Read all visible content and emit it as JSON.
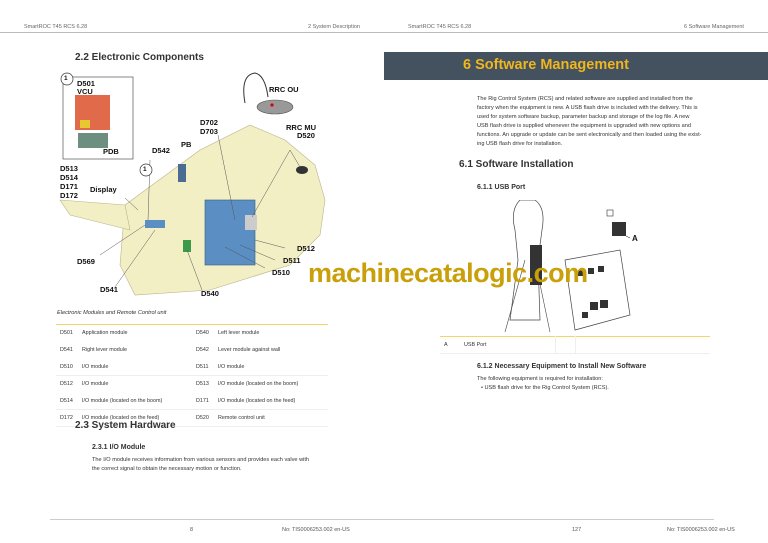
{
  "left_page": {
    "header_left": "SmartROC T45 RCS 6.28",
    "header_right": "2 System Description",
    "section_title": "2.2  Electronic Components",
    "figure_labels": {
      "callout1": "1",
      "callout2": "1",
      "d501": "D501",
      "vcu": "VCU",
      "pdb": "PDB",
      "rrc_ou": "RRC OU",
      "d702": "D702",
      "d703": "D703",
      "rrc_mu": "RRC MU",
      "d520": "D520",
      "pb": "PB",
      "d542": "D542",
      "d513": "D513",
      "d514": "D514",
      "d171": "D171",
      "d172": "D172",
      "display": "Display",
      "d512": "D512",
      "d511": "D511",
      "d510": "D510",
      "d569": "D569",
      "d541": "D541",
      "d540": "D540"
    },
    "caption": "Electronic Modules and Remote Control unit",
    "table": [
      [
        "D501",
        "Application module",
        "D540",
        "Left lever module"
      ],
      [
        "D541",
        "Right lever module",
        "D542",
        "Lever module against wall"
      ],
      [
        "D510",
        "I/O module",
        "D511",
        "I/O module"
      ],
      [
        "D512",
        "I/O module",
        "D513",
        "I/O module (located on the boom)"
      ],
      [
        "D514",
        "I/O module (located on the boom)",
        "D171",
        "I/O module (located on the feed)"
      ],
      [
        "D172",
        "I/O module (located on the feed)",
        "D520",
        "Remote control unit"
      ]
    ],
    "section2": "2.3  System Hardware",
    "subsection": "2.3.1 I/O Module",
    "body_line1": "The I/O module receives information from various sensors and provides each valve with",
    "body_line2": "the correct signal to obtain the necessary motion or function.",
    "page_number": "8",
    "doc_number": "No: TIS0006253.002 en-US"
  },
  "right_page": {
    "header_left": "SmartROC T45 RCS 6.28",
    "header_right": "6 Software Management",
    "chapter_title": "6  Software Management",
    "intro": [
      "The Rig Control System (RCS) and related software are supplied and installed from the",
      "factory when the equipment is new. A USB flash drive is included with the delivery. This is",
      "used for system software backup, parameter backup and storage of the log file. A new",
      "USB flash drive is supplied whenever the equipment is upgraded with new options and",
      "functions. An upgrade or update can be sent electronically and then loaded using the exist-",
      "ing USB flash drive for installation."
    ],
    "section": "6.1  Software Installation",
    "subsection1": "6.1.1 USB Port",
    "figure_label": "A",
    "legend": {
      "key": "A",
      "value": "USB Port"
    },
    "subsection2": "6.1.2 Necessary Equipment to Install New Software",
    "req_text": "The following equipment is required for installation:",
    "bullet": "USB flash drive for the Rig Control System (RCS).",
    "page_number": "127",
    "doc_number": "No: TIS0006253.002 en-US"
  },
  "watermark": "machinecatalogic.com",
  "colors": {
    "banner": "#44525f",
    "banner_text": "#f0b61e",
    "table_rule": "#f5d56a",
    "machine": "#f3efc4",
    "module": "#5b8fc4"
  }
}
